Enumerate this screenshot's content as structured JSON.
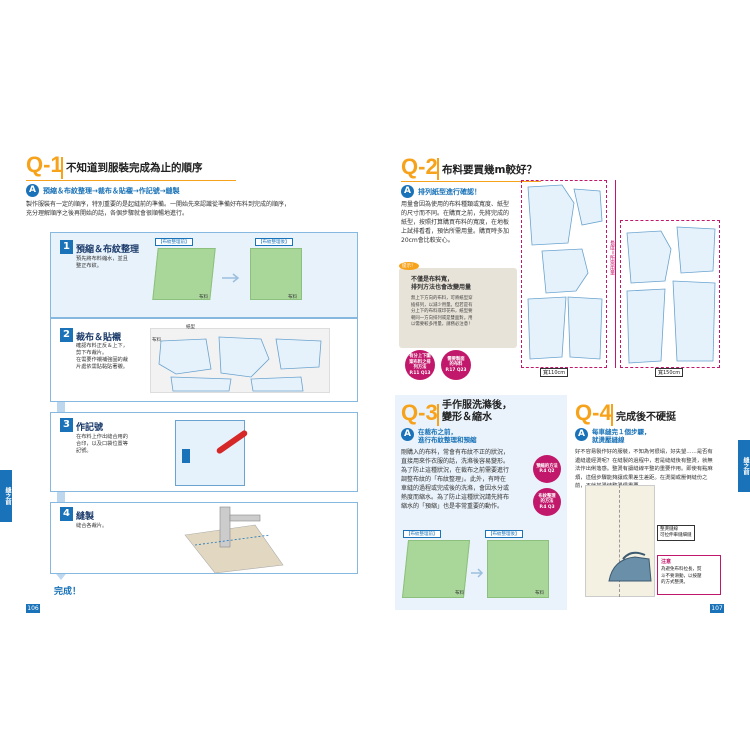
{
  "left": {
    "q1": {
      "num": "Q-1",
      "title": "不知道到服裝完成為止的順序"
    },
    "answer_badge": "A",
    "answer_head": "預縮＆布紋整理→裁布＆貼襯→作記號→縫製",
    "intro": [
      "製作服裝有一定的順序，特別重要的是起縫前的準備。一開始先來認識從準備好布料到完成的順序，",
      "充分理解順序之後再開始的話，各個步驟就會很順暢地進行。"
    ],
    "steps": [
      {
        "num": "1",
        "title": "預縮＆布紋整理",
        "desc": [
          "預先將布料縮水，並且",
          "整正布紋。"
        ],
        "tag_before": "【布紋整理前】",
        "tag_after": "【布紋整理後】",
        "fabric_label": "布料"
      },
      {
        "num": "2",
        "title": "裁布＆貼襯",
        "desc": [
          "確認布料正反＆上下，",
          "剪下布裁片。",
          "在需要作襯補強固的裁",
          "片處依需貼黏貼著襯。"
        ],
        "paper_label": "紙型",
        "fabric_label": "布料"
      },
      {
        "num": "3",
        "title": "作記號",
        "desc": [
          "在布料上作出縫合用的",
          "合印，以及口袋位置等",
          "記號。"
        ]
      },
      {
        "num": "4",
        "title": "縫製",
        "desc": [
          "縫合各裁片。"
        ]
      }
    ],
    "done": "完成！",
    "page": "106",
    "side_tab": [
      "縫之前",
      "懂的事"
    ]
  },
  "right": {
    "q2": {
      "num": "Q-2",
      "title": "布料要買幾m較好？",
      "answer_head": "排列紙型進行確認！",
      "body": [
        "用量會因為使用的布料種類或寬度、紙型",
        "的尺寸而不同。在購買之前，先將完成的",
        "紙型，按照打算購買布料的寬度，在地板",
        "上試排看看，預估所需用量。購買時多加",
        "20cm會比較安心。"
      ],
      "note_badge": "提示！",
      "note_title": [
        "不僅是布料寬，",
        "排列方法也會改變用量"
      ],
      "note_body": [
        "無上下方向的布料，可將紙型穿",
        "插排列，以減少用量。但若是有",
        "分上下的布料或印花布，紙型要",
        "朝同一方向排列或是雙面對。用",
        "以需要較多用量，請務必注意！"
      ],
      "ref1": [
        "有分上下圖",
        "案布料之排",
        "列方法",
        "P.11 Q13"
      ],
      "ref2": [
        "需要製面",
        "的布料",
        "P.17 Q23"
      ],
      "width1": "寬110cm",
      "width2": "寬150cm",
      "length_label": "長度＝所需用量"
    },
    "q3": {
      "num": "Q-3",
      "title": [
        "手作服洗滌後，",
        "變形＆縮水"
      ],
      "answer_head": [
        "在裁布之前，",
        "進行布紋整理和預縮"
      ],
      "body": [
        "剛購入的布料，常會有布紋不正的狀況，",
        "直接用來作衣服的話，洗滌後容易變形。",
        "為了防止這種狀況，在裁布之前需要進行",
        "調整布紋的「布紋整理」。此外，有時在",
        "車縫的過程或完成後的洗滌，會因水分或",
        "熱度而縮水。為了防止這種狀況請先將布",
        "縮水的「預縮」也是非常重要的動作。"
      ],
      "ref1": [
        "預縮的方法",
        "P.4 Q2"
      ],
      "ref2": [
        "布紋整理",
        "的方法",
        "P.4 Q3"
      ],
      "tag_before": "【布紋整理前】",
      "tag_after": "【布紋整理後】",
      "fabric_label": "布料"
    },
    "q4": {
      "num": "Q-4",
      "title": "完成後不硬挺",
      "answer_head": [
        "每車縫完１個步驟，",
        "就燙壓縫線"
      ],
      "body": [
        "好不容易製作好的服裝，不知為何很塌，好失望……是否有",
        "邊縫邊經燙呢？在縫製的過程中，若是縫縫後有整燙，就無",
        "法作出俐落感。整燙有讓縫線平整的重要作用。即使有點麻",
        "煩，這個步驟能夠讓成果差生差距。在燙開或壓倒縫份之",
        "前，不就其燙縫整燙很重要。"
      ],
      "label1": [
        "整燙縫線",
        "可拉伸車縫細縫"
      ],
      "caution_badge": "注意",
      "caution_body": [
        "為避免布料拉長，熨",
        "斗不要滑動，以按壓",
        "的方式整燙。"
      ]
    },
    "page": "107",
    "side_tab": [
      "縫之前",
      "懂的事"
    ]
  }
}
